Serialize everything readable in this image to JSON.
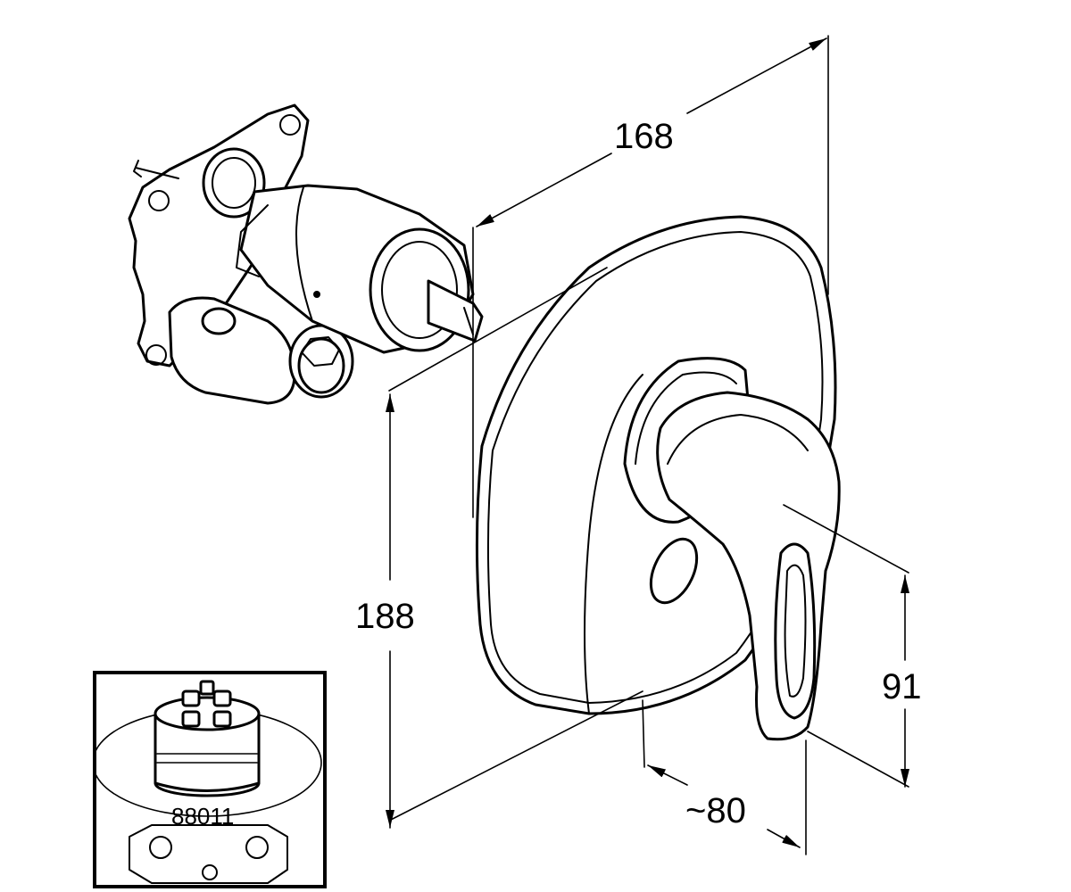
{
  "dimensions": {
    "width_label": "168",
    "height_label": "188",
    "lever_height_label": "91",
    "projection_label": "~80"
  },
  "inset": {
    "part_number": "88011"
  },
  "colors": {
    "line": "#000000",
    "background": "#ffffff"
  }
}
